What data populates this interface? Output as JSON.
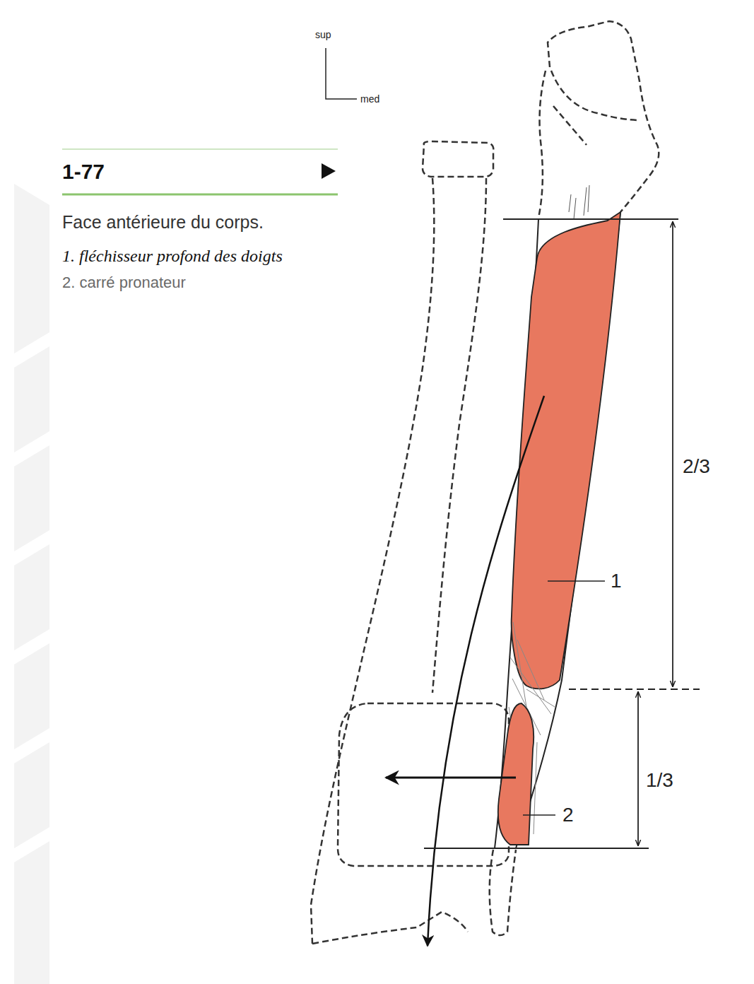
{
  "diagram": {
    "title": "1-77",
    "caption": "Face antérieure du corps.",
    "labels": [
      "sup",
      "med",
      "1. fléchisseur profond des doigts",
      "2. carré pronateur",
      "1",
      "2",
      "2/3",
      "1/3"
    ]
  }
}
